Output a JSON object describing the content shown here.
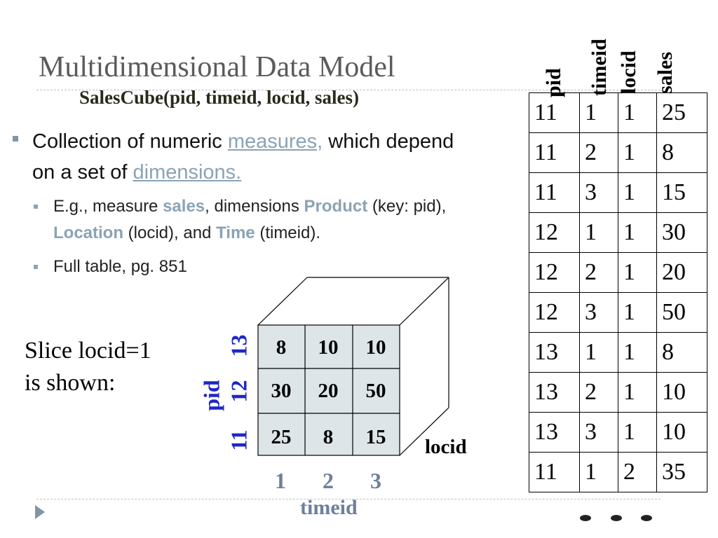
{
  "title": "Multidimensional Data Model",
  "subtitle": "SalesCube(pid, timeid, locid, sales)",
  "bullet1": {
    "t1": "Collection of numeric ",
    "link1": "measures,",
    "t2": "  which depend on a set of ",
    "link2": "dimensions."
  },
  "sub1": {
    "t1": "E.g., measure ",
    "k1": "sales",
    "t2": ", dimensions ",
    "k2": "Product",
    "t3": " (key: pid), ",
    "k3": "Location",
    "t4": " (locid),  and ",
    "k4": "Time",
    "t5": " (timeid)."
  },
  "sub2": "Full table, pg. 851",
  "slice_text": [
    "Slice locid=1",
    "is shown:"
  ],
  "cube": {
    "y_axis_label": "pid",
    "y_ticks": [
      "13",
      "12",
      "11"
    ],
    "x_ticks": [
      "1",
      "2",
      "3"
    ],
    "x_axis_label": "timeid",
    "z_axis_label": "locid",
    "rows": [
      [
        "8",
        "10",
        "10"
      ],
      [
        "30",
        "20",
        "50"
      ],
      [
        "25",
        "8",
        "15"
      ]
    ]
  },
  "table": {
    "headers": [
      "pid",
      "timeid",
      "locid",
      "sales"
    ],
    "rows": [
      [
        "11",
        "1",
        "1",
        "25"
      ],
      [
        "11",
        "2",
        "1",
        "8"
      ],
      [
        "11",
        "3",
        "1",
        "15"
      ],
      [
        "12",
        "1",
        "1",
        "30"
      ],
      [
        "12",
        "2",
        "1",
        "20"
      ],
      [
        "12",
        "3",
        "1",
        "50"
      ],
      [
        "13",
        "1",
        "1",
        "8"
      ],
      [
        "13",
        "2",
        "1",
        "10"
      ],
      [
        "13",
        "3",
        "1",
        "10"
      ],
      [
        "11",
        "1",
        "2",
        "35"
      ]
    ]
  },
  "colors": {
    "accent": "#8aa3b5",
    "axis_blue": "#1f27c8",
    "cell_fill": "#dde5e8"
  }
}
